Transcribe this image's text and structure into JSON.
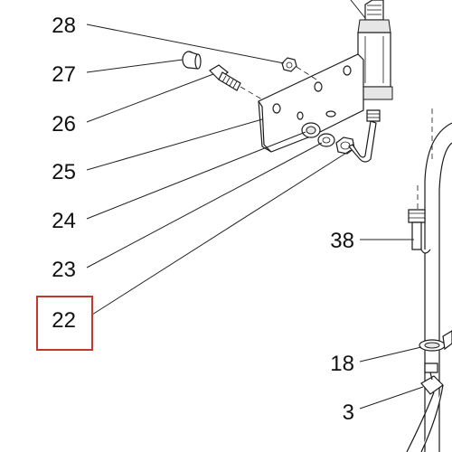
{
  "diagram": {
    "callouts": [
      {
        "id": "c28",
        "label": "28"
      },
      {
        "id": "c27",
        "label": "27"
      },
      {
        "id": "c26",
        "label": "26"
      },
      {
        "id": "c25",
        "label": "25"
      },
      {
        "id": "c24",
        "label": "24"
      },
      {
        "id": "c23",
        "label": "23"
      },
      {
        "id": "c22",
        "label": "22",
        "highlighted": true
      },
      {
        "id": "c38",
        "label": "38"
      },
      {
        "id": "c18",
        "label": "18"
      },
      {
        "id": "c3",
        "label": "3"
      }
    ],
    "highlight_color": "#c0392b",
    "line_color": "#222222"
  }
}
